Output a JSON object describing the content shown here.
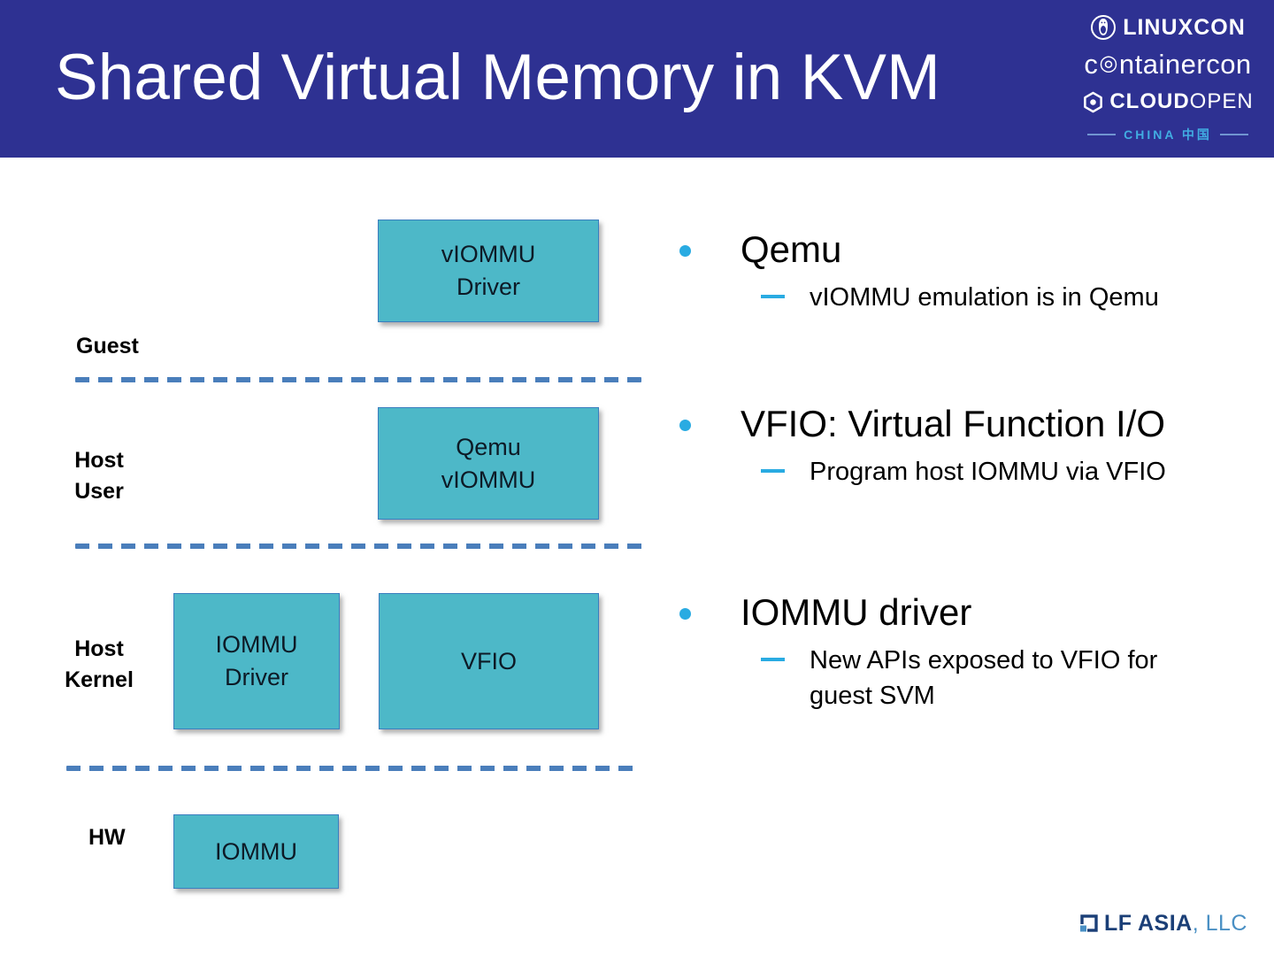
{
  "header": {
    "title": "Shared Virtual Memory in KVM",
    "background": "#2E3192",
    "logos": {
      "linuxcon": "LINUXCON",
      "containercon_prefix": "c",
      "containercon_o": "◎",
      "containercon_suffix": "ntainercon",
      "cloud": "CLOUD",
      "open": "OPEN",
      "china": "CHINA 中国"
    }
  },
  "diagram": {
    "box_fill": "#4DB8C8",
    "box_border": "#3A7EBF",
    "dash_color": "#4A7EBB",
    "layers": [
      {
        "label": "Guest"
      },
      {
        "label": "Host\nUser"
      },
      {
        "label": "Host\nKernel"
      },
      {
        "label": "HW"
      }
    ],
    "boxes": [
      {
        "label": "vIOMMU\nDriver"
      },
      {
        "label": "Qemu\nvIOMMU"
      },
      {
        "label": "IOMMU\nDriver"
      },
      {
        "label": "VFIO"
      },
      {
        "label": "IOMMU"
      }
    ]
  },
  "bullets": [
    {
      "title": "Qemu",
      "subs": [
        "vIOMMU emulation is in Qemu"
      ]
    },
    {
      "title": "VFIO: Virtual Function I/O",
      "subs": [
        "Program host IOMMU via VFIO"
      ]
    },
    {
      "title": "IOMMU driver",
      "subs": [
        "New APIs exposed to VFIO for\nguest SVM"
      ]
    }
  ],
  "footer": {
    "company": "LF ASIA",
    "suffix": ", LLC",
    "dark_color": "#1B3F77",
    "light_color": "#4A90C4"
  },
  "accent_color": "#29ABE2",
  "china_color": "#41ADE2"
}
